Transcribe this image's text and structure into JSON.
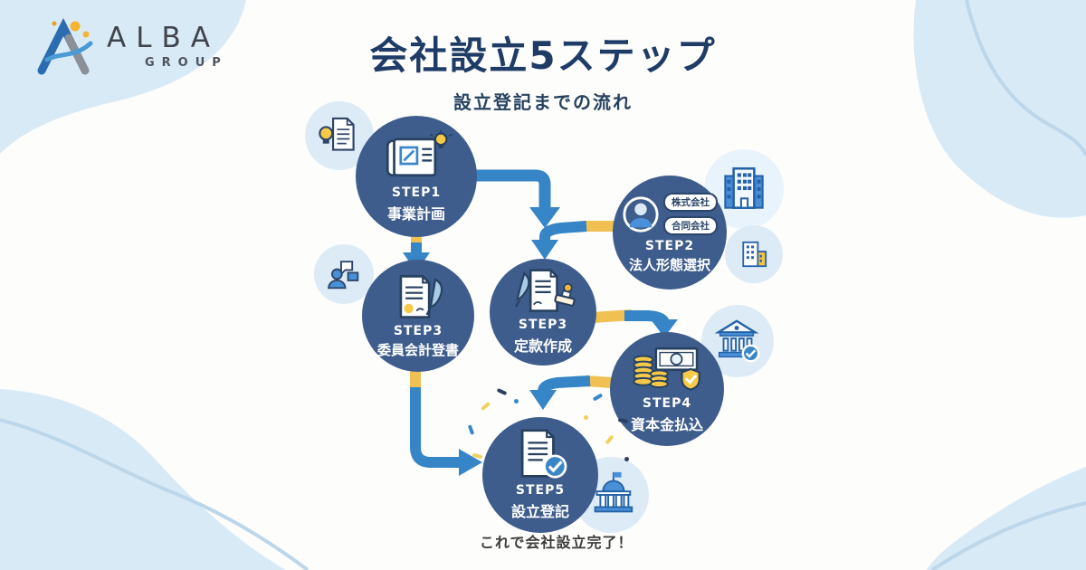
{
  "logo": {
    "name": "ALBA",
    "subname": "GROUP"
  },
  "header": {
    "title": "会社設立5ステップ",
    "subtitle": "設立登記までの流れ"
  },
  "steps": [
    {
      "label": "STEP1",
      "name": "事業計画"
    },
    {
      "label": "STEP2",
      "name": "法人形態選択",
      "options": [
        "株式会社",
        "合同会社"
      ]
    },
    {
      "label": "STEP3",
      "name": "委員会計登書"
    },
    {
      "label": "STEP3",
      "name": "定款作成"
    },
    {
      "label": "STEP4",
      "name": "資本金払込"
    },
    {
      "label": "STEP5",
      "name": "設立登記"
    }
  ],
  "footer": {
    "completion_note": "これで会社設立完了！"
  },
  "icons": {
    "logo_mark": "alba-a-mark-icon",
    "step1": "blueprint-lightbulb-icon",
    "step2": "person-icon",
    "step3a": "document-quill-seal-icon",
    "step3b": "document-quill-stamp-icon",
    "step4": "coins-banknote-shield-icon",
    "step5": "document-check-icon",
    "accents": [
      "document-idea-icon",
      "consultation-icon",
      "office-building-icon",
      "small-building-icon",
      "bank-check-icon",
      "government-building-icon"
    ]
  },
  "colors": {
    "circle": "#3e5d8c",
    "arrow_blue": "#3585c7",
    "arrow_yellow": "#f0c052",
    "title": "#1f3c66",
    "blob": "#d9eaf7",
    "blob_line": "#bcd6ea",
    "navy": "#27415f"
  }
}
